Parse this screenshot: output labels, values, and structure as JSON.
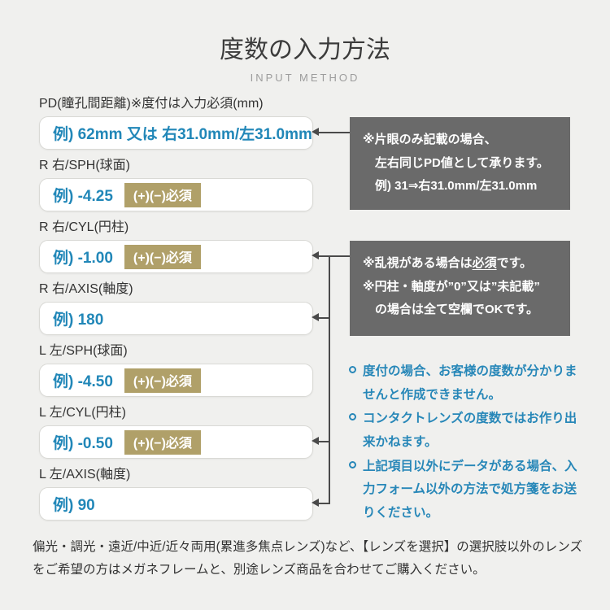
{
  "header": {
    "title": "度数の入力方法",
    "subtitle": "INPUT METHOD"
  },
  "fields": [
    {
      "label": "PD(瞳孔間距離)※度付は入力必須(mm)",
      "example": "例) 62mm 又は 右31.0mm/左31.0mm",
      "badge": ""
    },
    {
      "label": "R 右/SPH(球面)",
      "example": "例) -4.25",
      "badge": "(+)(−)必須"
    },
    {
      "label": "R 右/CYL(円柱)",
      "example": "例) -1.00",
      "badge": "(+)(−)必須"
    },
    {
      "label": "R 右/AXIS(軸度)",
      "example": "例) 180",
      "badge": ""
    },
    {
      "label": "L 左/SPH(球面)",
      "example": "例) -4.50",
      "badge": "(+)(−)必須"
    },
    {
      "label": "L 左/CYL(円柱)",
      "example": "例) -0.50",
      "badge": "(+)(−)必須"
    },
    {
      "label": "L 左/AXIS(軸度)",
      "example": "例) 90",
      "badge": ""
    }
  ],
  "notes": {
    "pd": {
      "line1": "※片眼のみ記載の場合、",
      "line2": "左右同じPD値として承ります。",
      "line3": "例) 31⇒右31.0mm/左31.0mm"
    },
    "cyl": {
      "line1_pre": "※乱視がある場合は",
      "line1_underline": "必須",
      "line1_post": "です。",
      "line2": "※円柱・軸度が”0”又は”未記載”",
      "line3": "の場合は全て空欄でOKです。"
    }
  },
  "bullets": [
    {
      "text": "度付の場合、お客様の度数が分かりませんと作成できません。"
    },
    {
      "text": "コンタクトレンズの度数ではお作り出来かねます。"
    },
    {
      "text": "上記項目以外にデータがある場合、入力フォーム以外の方法で処方箋をお送りください。"
    }
  ],
  "footer": {
    "text": "偏光・調光・遠近/中近/近々両用(累進多焦点レンズ)など、【レンズを選択】の選択肢以外のレンズをご希望の方はメガネフレームと、別途レンズ商品を合わせてご購入ください。"
  },
  "colors": {
    "accent_blue": "#2187b8",
    "badge_gold": "#b0a069",
    "note_gray": "#6a6a6a",
    "background": "#f0f0ee",
    "connector": "#4a4a4a"
  }
}
